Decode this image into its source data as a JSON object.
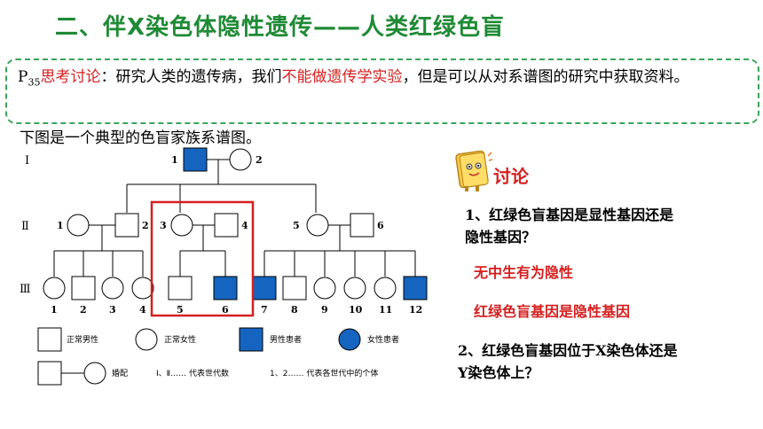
{
  "title": "二、伴X染色体隐性遗传——人类红绿色盲",
  "discussion_box": {
    "page_ref_p": "P",
    "page_ref_num": "35",
    "label": "思考讨论",
    "text_1": "：研究人类的遗传病，我们",
    "highlight": "不能做遗传学实验",
    "text_2": "，但是可以从对系谱图的研究中获取资料。"
  },
  "caption": "下图是一个典型的色盲家族系谱图。",
  "pedigree": {
    "generations": [
      "Ⅰ",
      "Ⅱ",
      "Ⅲ"
    ],
    "gen1": [
      "1",
      "2"
    ],
    "gen2": [
      "1",
      "2",
      "3",
      "4",
      "5",
      "6"
    ],
    "gen3": [
      "1",
      "2",
      "3",
      "4",
      "5",
      "6",
      "7",
      "8",
      "9",
      "10",
      "11",
      "12"
    ]
  },
  "legend": {
    "normal_male": "正常男性",
    "normal_female": "正常女性",
    "affected_male": "男性患者",
    "affected_female": "女性患者",
    "mating": "婚配",
    "generation_note": "Ⅰ、Ⅱ……  代表世代数",
    "individual_note": "1、2……  代表各世代中的个体"
  },
  "discussion": {
    "heading": "讨论",
    "q1_line1": "1、红绿色盲基因是显性基因还是",
    "q1_line2": "隐性基因？",
    "a1": "无中生有为隐性",
    "a2": "红绿色盲基因是隐性基因",
    "q2_line1": "2、红绿色盲基因位于X染色体还是",
    "q2_line2": "Y染色体上？"
  },
  "colors": {
    "title": "#1f8a35",
    "affected": "#1565c0",
    "highlight": "#d42020",
    "box_border": "#3aa55a"
  }
}
